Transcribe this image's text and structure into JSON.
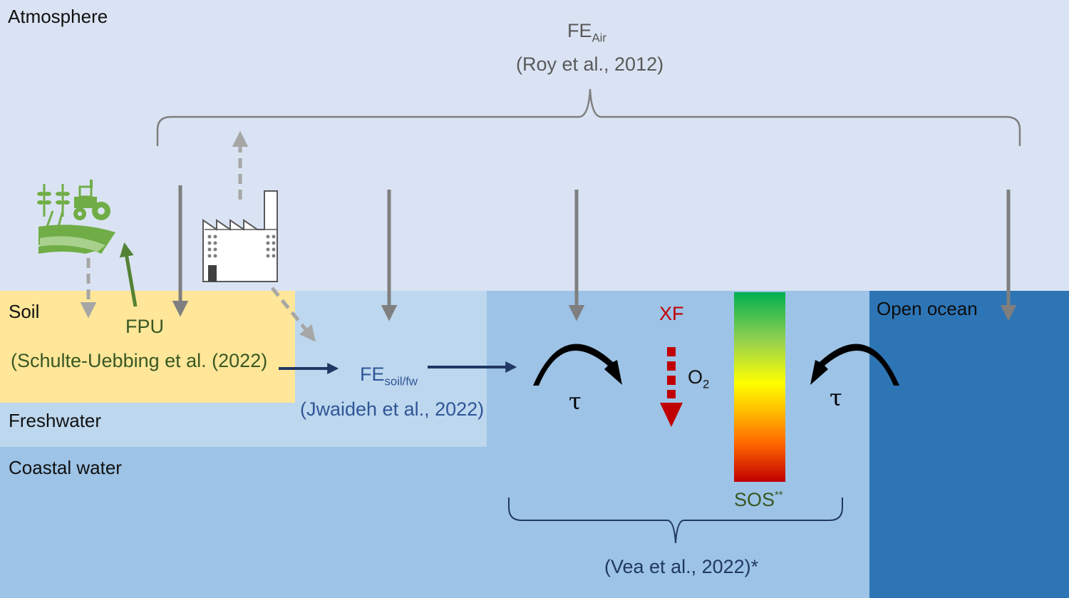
{
  "zones": {
    "atmosphere": "Atmosphere",
    "soil": "Soil",
    "freshwater": "Freshwater",
    "coastal_water": "Coastal water",
    "open_ocean": "Open ocean"
  },
  "labels": {
    "fe_air_main": "FE",
    "fe_air_sub": "Air",
    "roy_ref": "(Roy et al., 2012)",
    "fpu": "FPU",
    "schulte_ref": "(Schulte-Uebbing et al. (2022)",
    "fe_soil_main": "FE",
    "fe_soil_sub": "soil/fw",
    "jwaideh_ref": "(Jwaideh et al., 2022)",
    "xf": "XF",
    "o2_main": "O",
    "o2_sub": "2",
    "tau": "τ",
    "sos_main": "SOS",
    "sos_sup": "**",
    "vea_ref": "(Vea et al., 2022)*"
  },
  "colors": {
    "atmosphere": "#dae3f3",
    "soil": "#ffe699",
    "freshwater": "#bdd7ee",
    "coastal": "#9dc3e6",
    "open_ocean": "#2e75b6",
    "gray_arrow": "#7f7f7f",
    "light_gray_arrow": "#a6a6a6",
    "navy_arrow": "#203864",
    "green": "#548235",
    "farm_green": "#70ad47",
    "red": "#c00000"
  }
}
